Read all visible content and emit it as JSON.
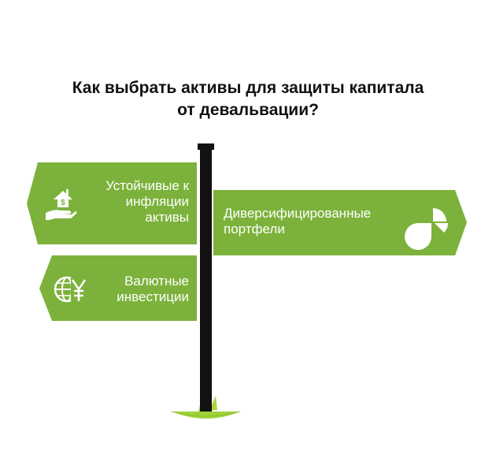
{
  "title": {
    "line1": "Как выбрать активы для защиты капитала",
    "line2": "от девальвации?"
  },
  "signs": [
    {
      "id": "inflation-resistant-assets",
      "line1": "Устойчивые к",
      "line2": "инфляции",
      "line3": "активы",
      "icon": "hand-house-dollar-icon"
    },
    {
      "id": "diversified-portfolios",
      "line1": "Диверсифицированные",
      "line2": "портфели",
      "icon": "pie-chart-icon"
    },
    {
      "id": "currency-investments",
      "line1": "Валютные",
      "line2": "инвестиции",
      "icon": "globe-yen-icon"
    }
  ],
  "colors": {
    "sign_fill": "#7cb23b",
    "pole": "#111111",
    "grass": "#9fd23a",
    "text": "#ffffff"
  }
}
